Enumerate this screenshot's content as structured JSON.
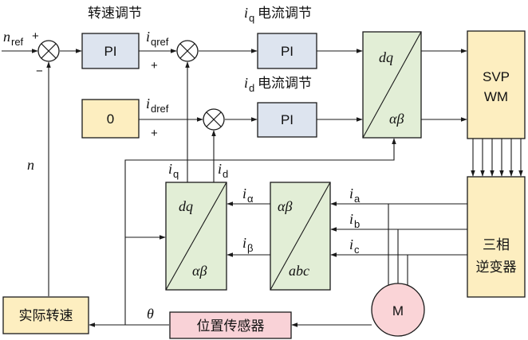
{
  "titles": {
    "speed_regulator": "转速调节",
    "iq_regulator": "电流调节",
    "id_regulator": "电流调节"
  },
  "blocks": {
    "pi_speed": "PI",
    "pi_iq": "PI",
    "pi_id": "PI",
    "zero": "0",
    "svpwm_line1": "SVP",
    "svpwm_line2": "WM",
    "inverter_line1": "三相",
    "inverter_line2": "逆变器",
    "speed_calc": "实际转速",
    "position_sensor": "位置传感器",
    "motor": "M"
  },
  "transforms": {
    "park": {
      "top": "dq",
      "bottom": "αβ"
    },
    "inv_park": {
      "top": "dq",
      "bottom": "αβ"
    },
    "clarke": {
      "top": "αβ",
      "bottom": "abc"
    }
  },
  "signals": {
    "n_main": "n",
    "n_sub": "ref",
    "n_feedback": "n",
    "i": "i",
    "iq_ref_sub": "qref",
    "id_ref_sub": "dref",
    "q_sub": "q",
    "d_sub": "d",
    "alpha_sub": "α",
    "beta_sub": "β",
    "a_sub": "a",
    "b_sub": "b",
    "c_sub": "c",
    "theta": "θ"
  },
  "signs": {
    "plus": "+",
    "minus": "−"
  },
  "colors": {
    "pi_fill": "#dde4ef",
    "zero_fill": "#fdeec0",
    "transform_fill": "#e2eed6",
    "power_fill": "#fdeec0",
    "sensor_fill": "#f9d2d7",
    "sensor_stroke": "#c0364d",
    "motor_fill": "#fad4d7",
    "motor_stroke": "#c0364d"
  }
}
